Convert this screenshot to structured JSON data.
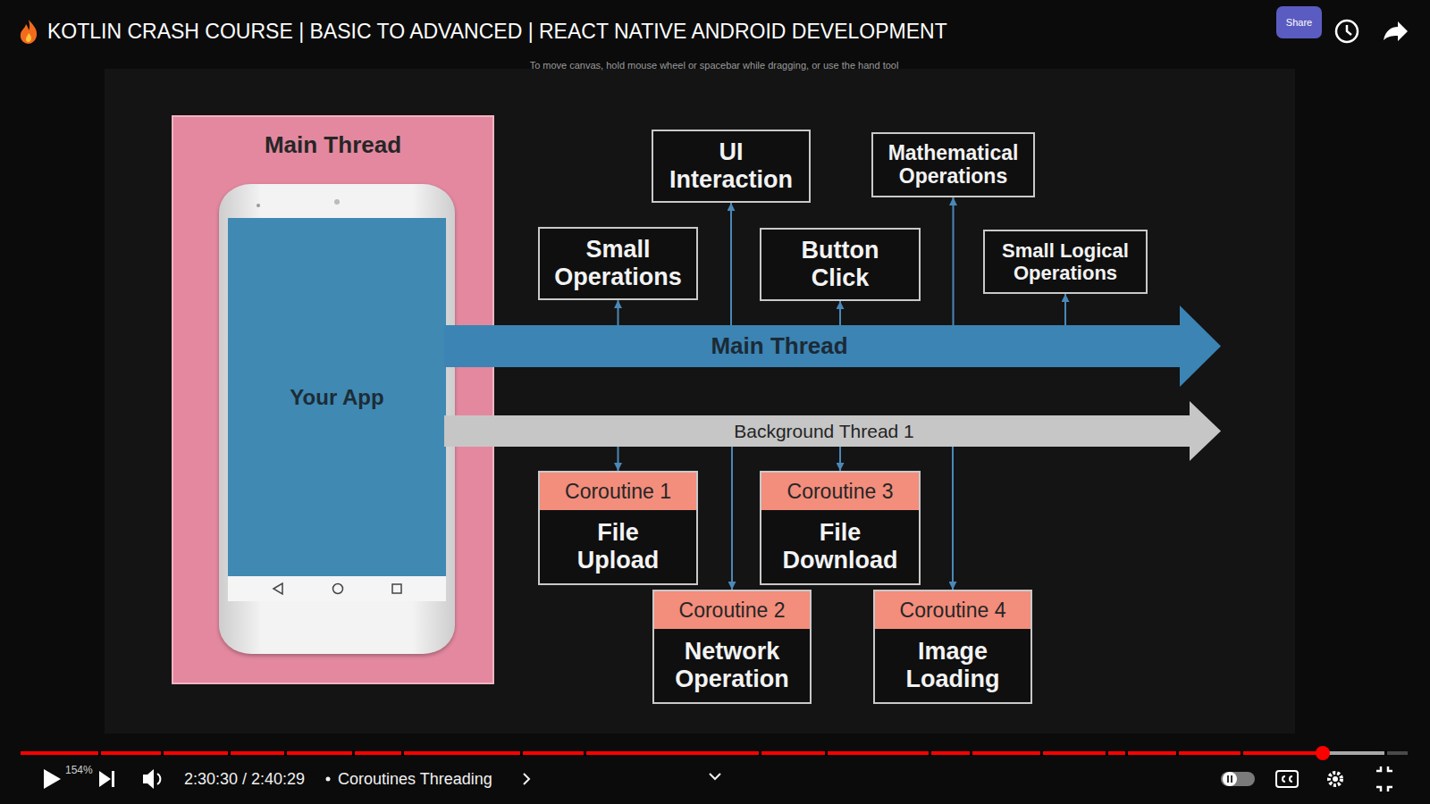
{
  "diagram": {
    "title": "KOTLIN CRASH COURSE | BASIC TO ADVANCED | REACT NATIVE ANDROID DEVELOPMENT",
    "nodes": [
      {
        "text": [
          "Main Thread"
        ]
      },
      {
        "text": [
          "Your App"
        ],
        "in": 0
      },
      {
        "text": [
          "UI Interaction"
        ]
      },
      {
        "text": [
          "Mathematical Operations"
        ]
      },
      {
        "text": [
          "Small Operations"
        ]
      },
      {
        "text": [
          "Button Click"
        ]
      },
      {
        "text": [
          "Small Logical Operations"
        ]
      },
      {
        "text": [
          "Main Thread"
        ]
      },
      {
        "text": [
          "Background Thread 1"
        ]
      },
      {
        "text": [
          "Coroutine 1",
          "File Upload"
        ]
      },
      {
        "text": [
          "Coroutine 3",
          "File Download"
        ]
      },
      {
        "text": [
          "Coroutine 2",
          "Network Operation"
        ]
      },
      {
        "text": [
          "Coroutine 4",
          "Image Loading"
        ]
      }
    ],
    "edges": [
      {
        "from": 7,
        "to": 4,
        "arrow": "to"
      },
      {
        "from": 7,
        "to": 2,
        "arrow": "to"
      },
      {
        "from": 7,
        "to": 5,
        "arrow": "to"
      },
      {
        "from": 7,
        "to": 3,
        "arrow": "to"
      },
      {
        "from": 7,
        "to": 6,
        "arrow": "to"
      },
      {
        "from": 8,
        "to": 9,
        "arrow": "to"
      },
      {
        "from": 8,
        "to": 11,
        "arrow": "to"
      },
      {
        "from": 8,
        "to": 10,
        "arrow": "to"
      },
      {
        "from": 8,
        "to": 12,
        "arrow": "to"
      }
    ],
    "labels": [
      "To move canvas, hold mouse wheel or spacebar while dragging, or use the hand tool",
      "Share",
      "154%",
      "2:30:30 / 2:40:29",
      "Coroutines Threading"
    ]
  }
}
